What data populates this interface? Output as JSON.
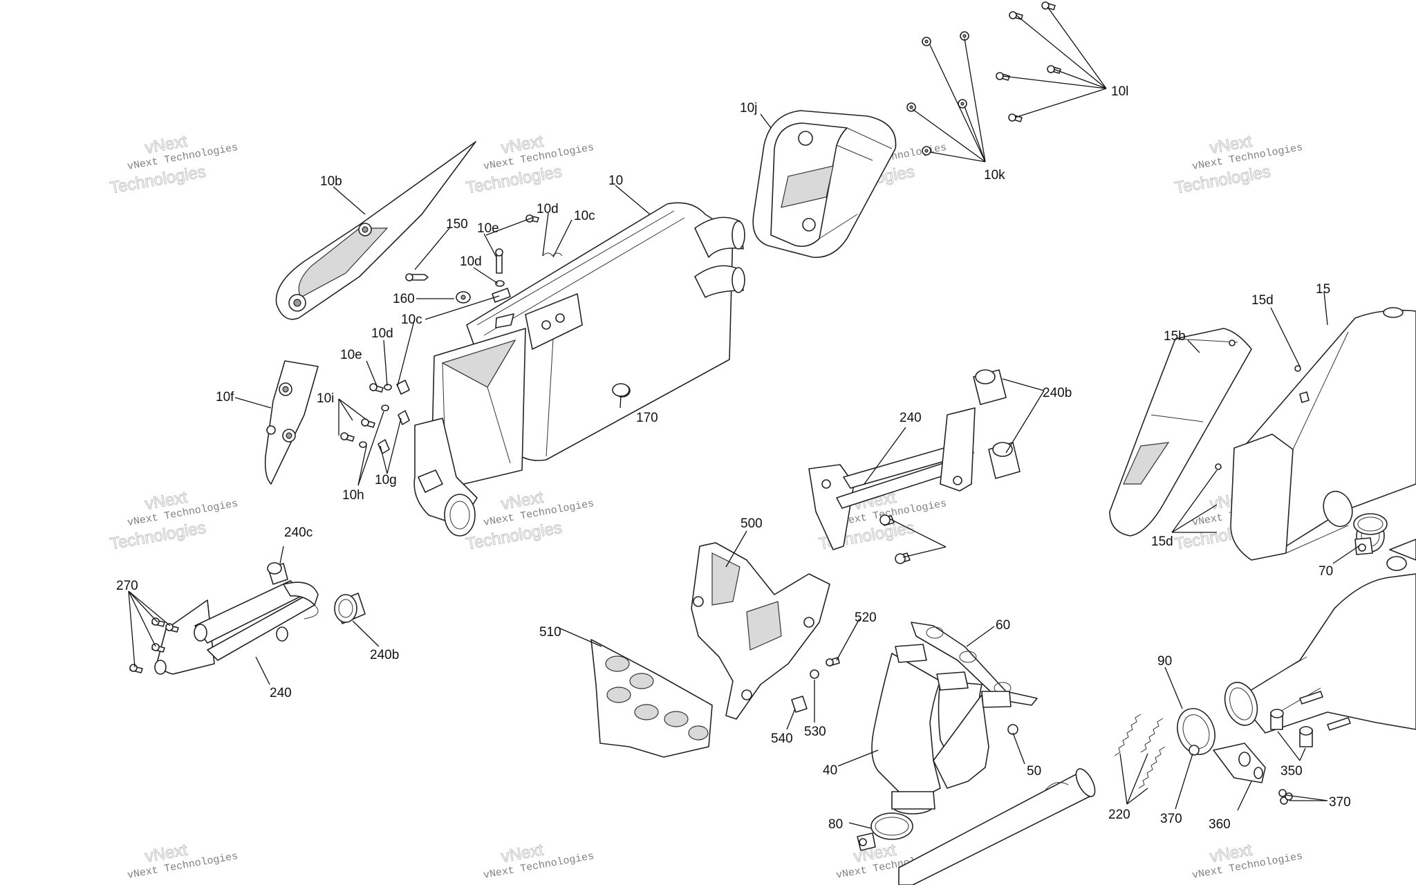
{
  "watermark": {
    "line1": "vNext Technologies",
    "line2": "Technologies",
    "line3": "vNext"
  },
  "callouts": {
    "c10": "10",
    "c10b": "10b",
    "c10c_top": "10c",
    "c10c_mid": "10c",
    "c10d_top": "10d",
    "c10d_mid": "10d",
    "c10d_low": "10d",
    "c10e_top": "10e",
    "c10e_low": "10e",
    "c10f": "10f",
    "c10g": "10g",
    "c10h": "10h",
    "c10i": "10i",
    "c10j": "10j",
    "c10k": "10k",
    "c10l": "10l",
    "c15": "15",
    "c15b": "15b",
    "c15d_top": "15d",
    "c15d_low": "15d",
    "c40": "40",
    "c50": "50",
    "c60": "60",
    "c70": "70",
    "c80": "80",
    "c90": "90",
    "c150": "150",
    "c160": "160",
    "c170": "170",
    "c220": "220",
    "c240_left": "240",
    "c240_mid": "240",
    "c240b_mid": "240b",
    "c240b_left": "240b",
    "c240c": "240c",
    "c270": "270",
    "c350": "350",
    "c360": "360",
    "c370_a": "370",
    "c370_b": "370",
    "c500": "500",
    "c510": "510",
    "c520": "520",
    "c530": "530",
    "c540": "540"
  }
}
